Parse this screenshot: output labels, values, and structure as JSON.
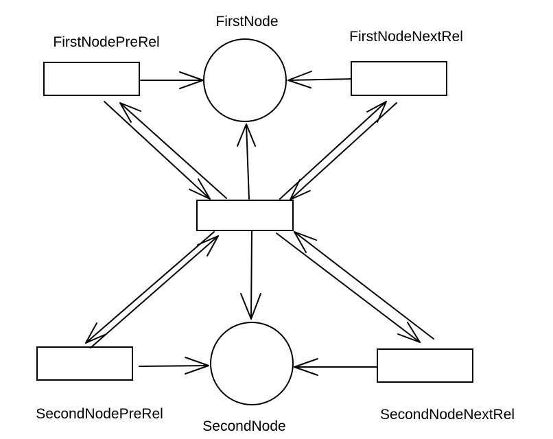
{
  "places": {
    "first_node": "FirstNode",
    "second_node": "SecondNode"
  },
  "transitions": {
    "first_node_pre_rel": "FirstNodePreRel",
    "first_node_next_rel": "FirstNodeNextRel",
    "second_node_pre_rel": "SecondNodePreRel",
    "second_node_next_rel": "SecondNodeNextRel",
    "center": ""
  },
  "colors": {
    "stroke": "#000000",
    "background": "#ffffff"
  }
}
